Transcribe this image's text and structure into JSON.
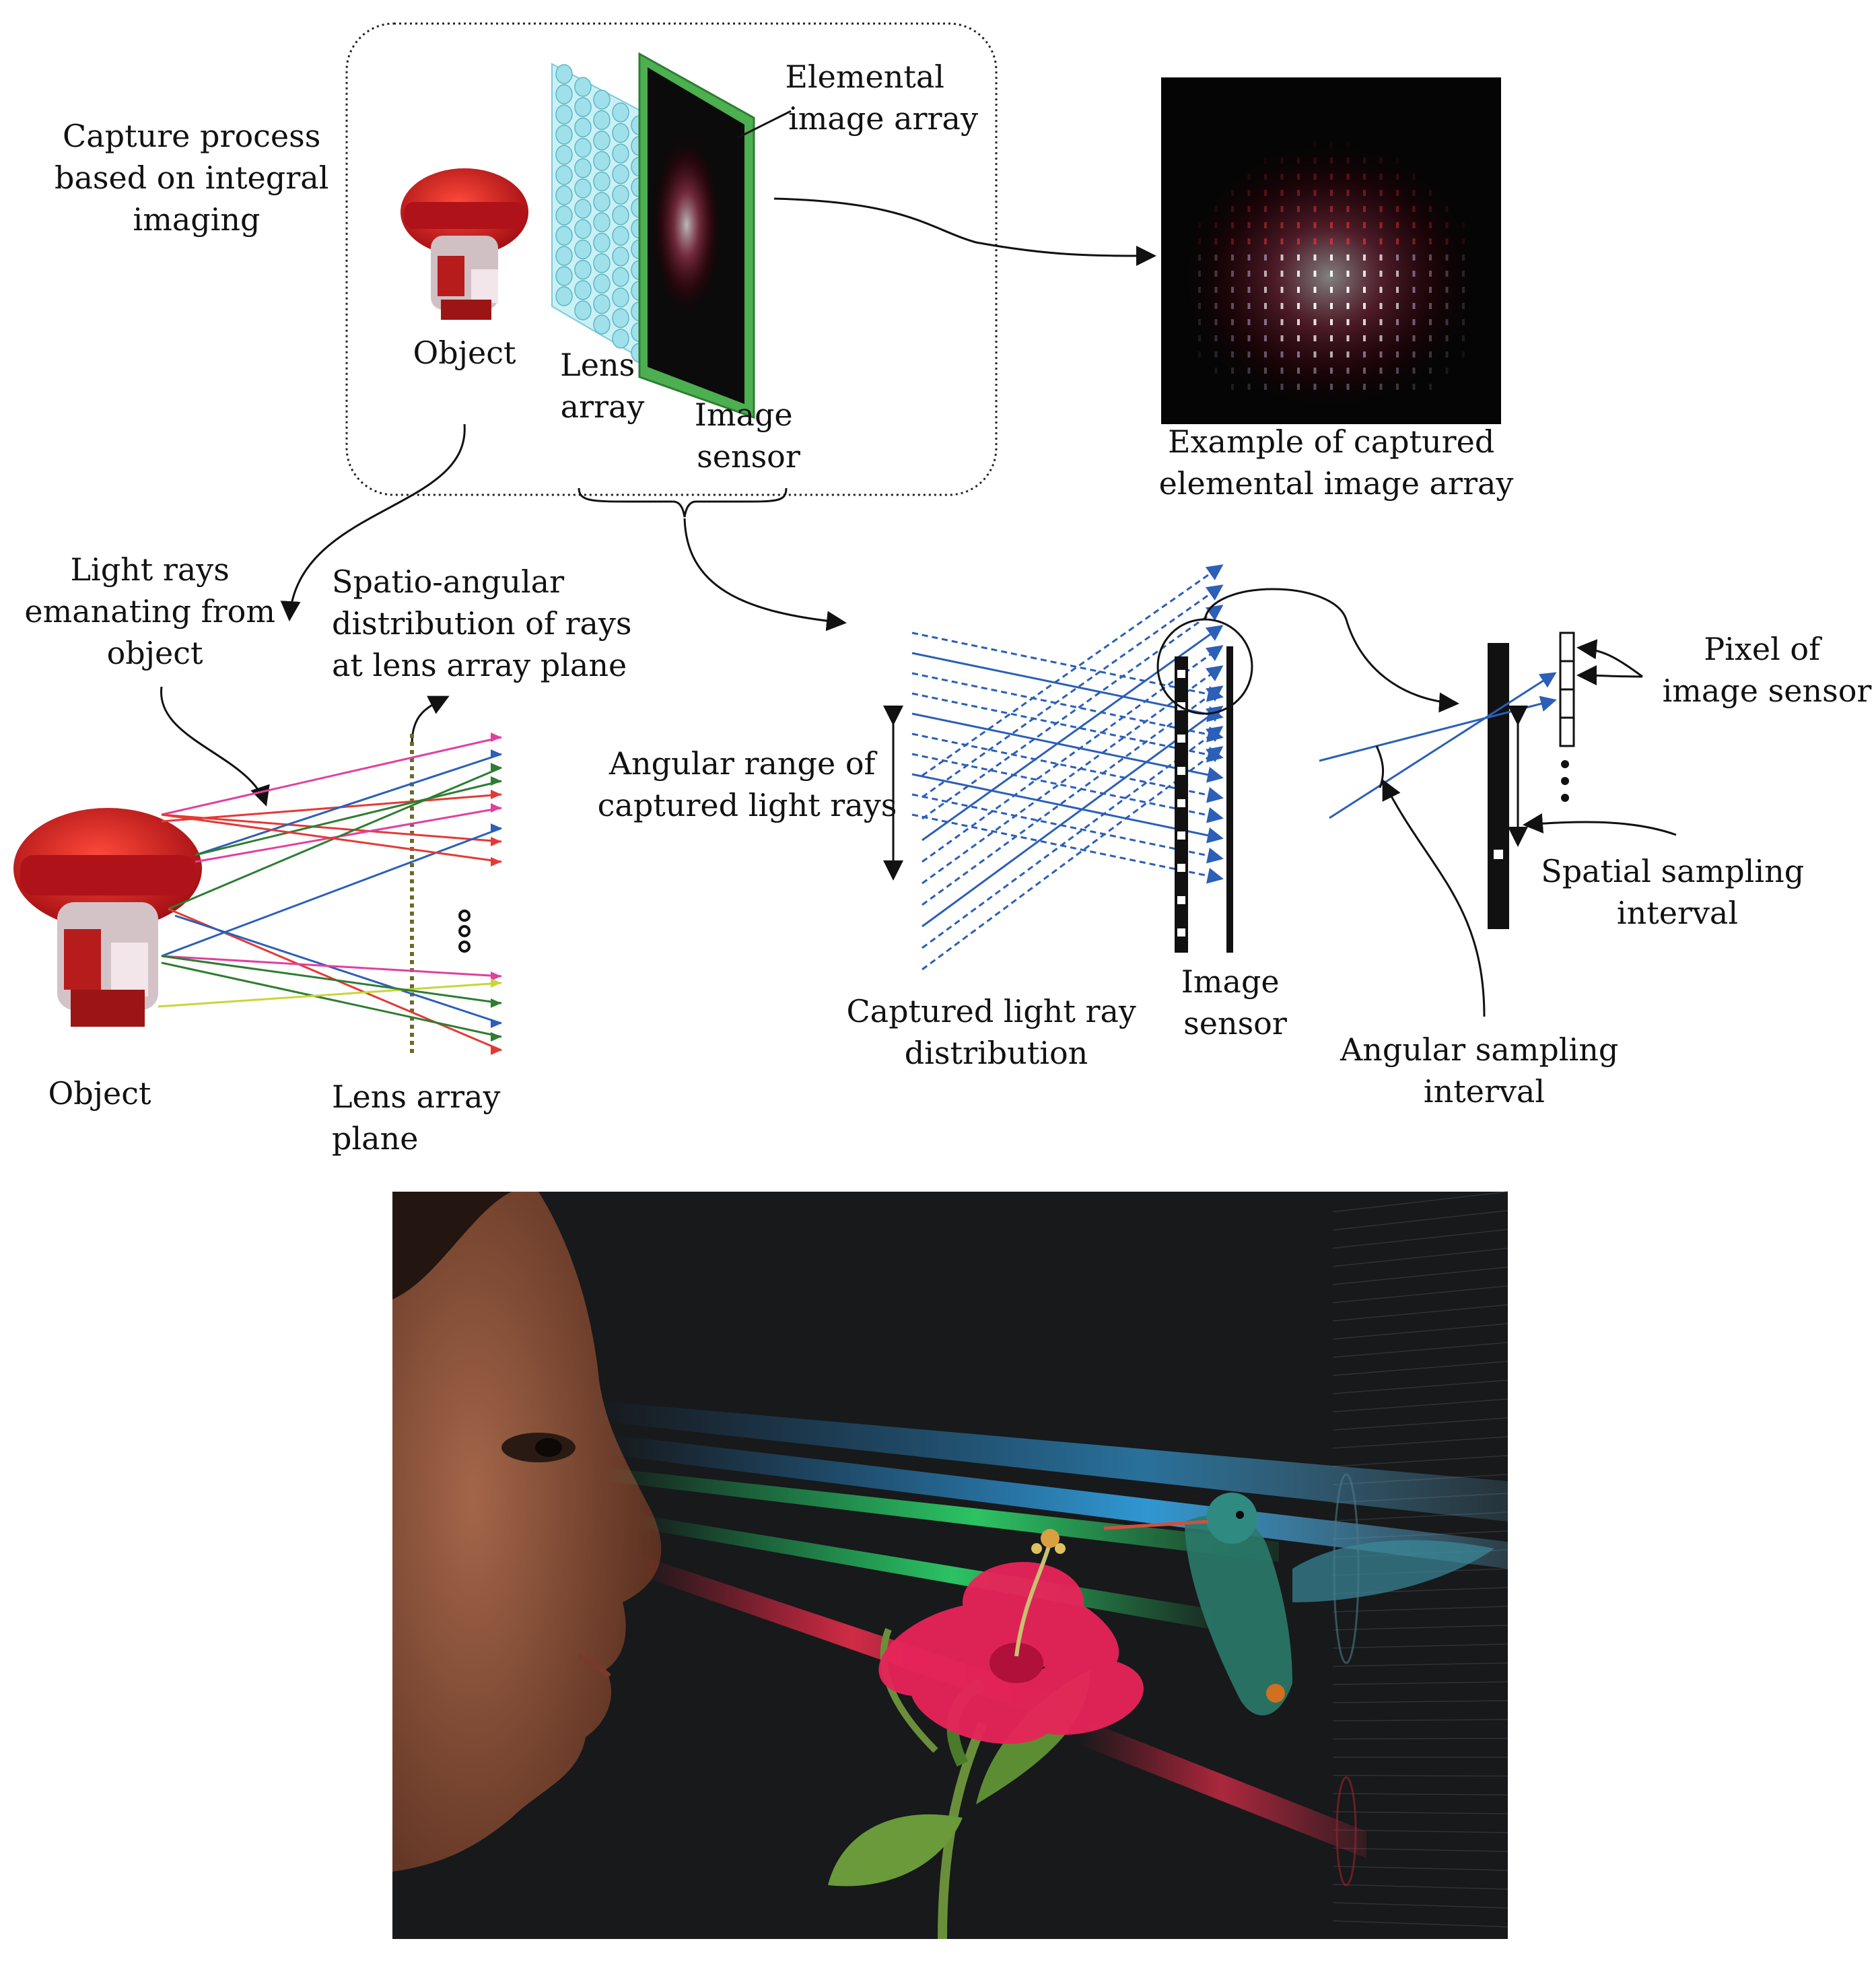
{
  "labels": {
    "capture_process": [
      "Capture process",
      "based on integral",
      "imaging"
    ],
    "object_top": "Object",
    "lens_array_top": [
      "Lens",
      "array"
    ],
    "image_sensor_top": [
      "Image",
      "sensor"
    ],
    "elemental_image_array": [
      "Elemental",
      "image array"
    ],
    "example_caption": [
      "Example of captured",
      "elemental image array"
    ],
    "light_rays": [
      "Light rays",
      "emanating from",
      "object"
    ],
    "spatio_angular": [
      "Spatio-angular",
      "distribution of rays",
      "at lens array plane"
    ],
    "object_bottom": "Object",
    "lens_array_plane": [
      "Lens array",
      "plane"
    ],
    "angular_range": [
      "Angular range of",
      "captured light rays"
    ],
    "captured_distribution": [
      "Captured light ray",
      "distribution"
    ],
    "image_sensor_mid": [
      "Image",
      "sensor"
    ],
    "pixel_of_sensor": [
      "Pixel of",
      "image sensor"
    ],
    "spatial_sampling": [
      "Spatial sampling",
      "interval"
    ],
    "angular_sampling": [
      "Angular sampling",
      "interval"
    ]
  },
  "colors": {
    "object_red": "#c8161d",
    "lens_cyan": "#a8e6ef",
    "sensor_green": "#4caf50",
    "ray_blue": "#2b5fb8",
    "ray_red": "#e53935",
    "ray_green": "#2e7d32",
    "ray_magenta": "#e040a0",
    "ray_yellow": "#c6d63a",
    "photo_bg": "#141414"
  },
  "icons": {
    "object": "doll-figure-icon",
    "lens_array": "lens-grid-icon",
    "sensor": "image-sensor-icon",
    "photo": "hologram-scene-photo"
  }
}
